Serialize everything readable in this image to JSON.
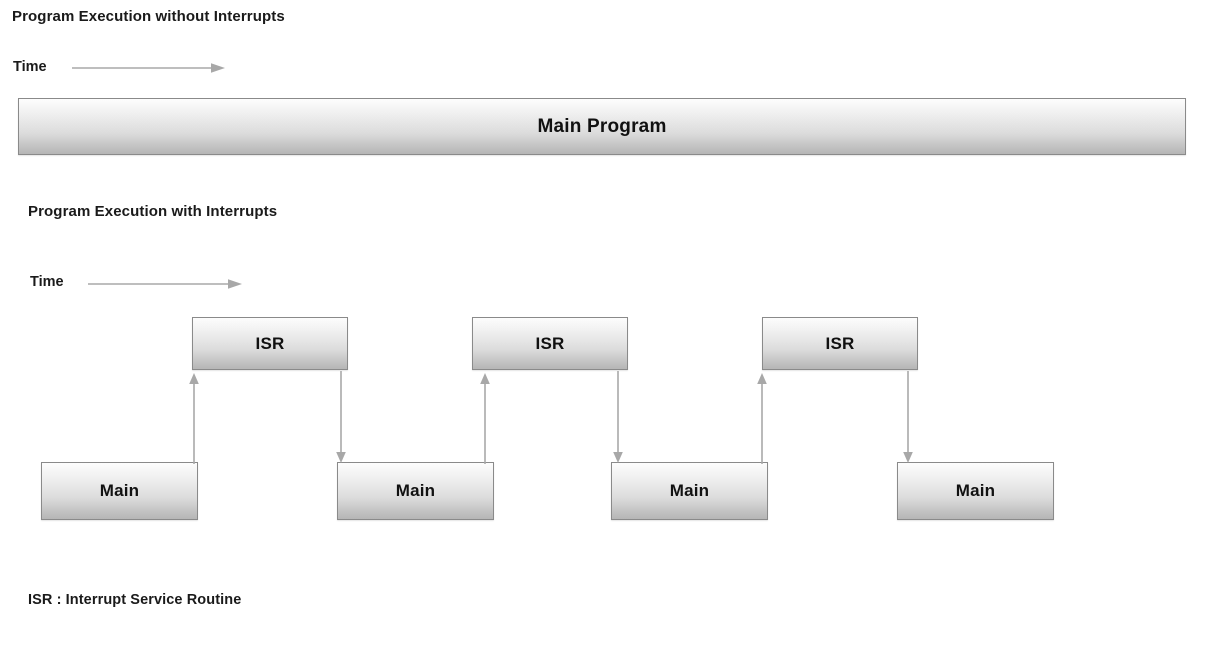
{
  "sections": [
    {
      "heading": "Program Execution without Interrupts",
      "time_label": "Time",
      "bar_label": "Main Program"
    },
    {
      "heading": "Program Execution with Interrupts",
      "time_label": "Time"
    }
  ],
  "isr_boxes": [
    {
      "label": "ISR"
    },
    {
      "label": "ISR"
    },
    {
      "label": "ISR"
    }
  ],
  "main_boxes": [
    {
      "label": "Main"
    },
    {
      "label": "Main"
    },
    {
      "label": "Main"
    },
    {
      "label": "Main"
    }
  ],
  "legend": {
    "text": "ISR : Interrupt Service Routine"
  },
  "colors": {
    "box_border": "#8a8a8a",
    "box_fill_top": "#fdfdfd",
    "box_fill_bottom": "#b6b6b6",
    "text": "#1a1a1a",
    "arrow": "#a8a8a8",
    "background": "#ffffff"
  },
  "icons": {
    "time_arrow": "arrow-right-icon",
    "interrupt_up": "arrow-up-icon",
    "return_down": "arrow-down-icon"
  }
}
